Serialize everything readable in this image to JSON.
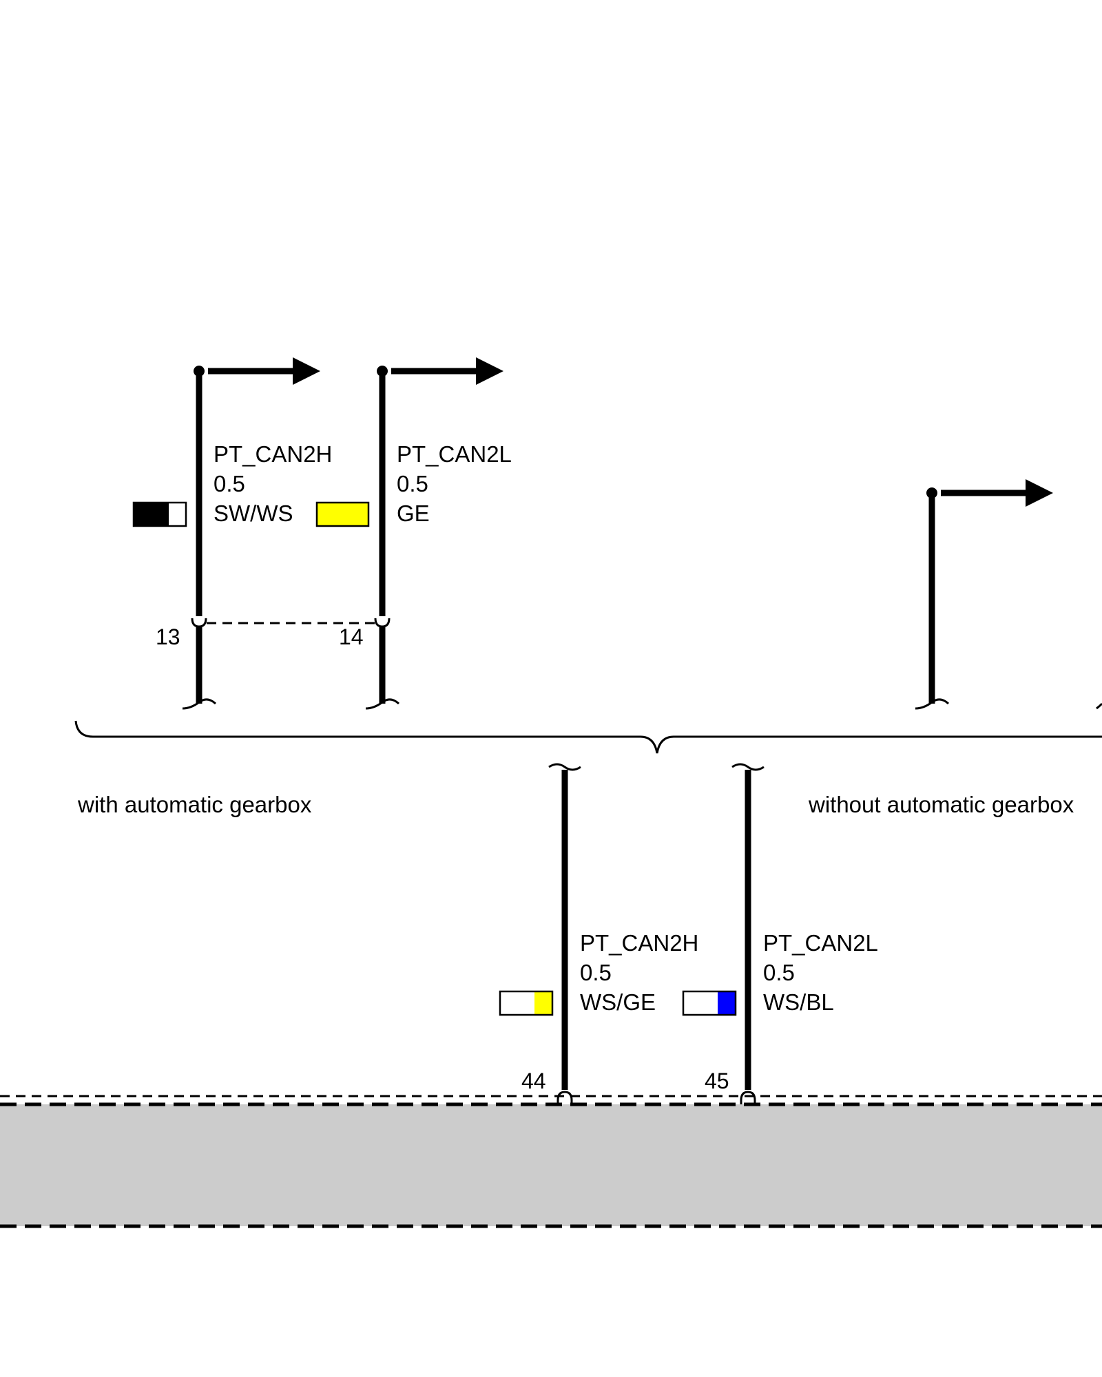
{
  "colors": {
    "black": "#000000",
    "white": "#ffffff",
    "yellow": "#ffff00",
    "blue": "#0000ff",
    "module_fill": "#cccccc"
  },
  "variants": {
    "with_auto": "with automatic gearbox",
    "without_auto": "without automatic gearbox"
  },
  "upper_wires": [
    {
      "signal": "PT_CAN2H",
      "size": "0.5",
      "color_code": "SW/WS",
      "pin": "13"
    },
    {
      "signal": "PT_CAN2L",
      "size": "0.5",
      "color_code": "GE",
      "pin": "14"
    }
  ],
  "lower_wires": [
    {
      "signal": "PT_CAN2H",
      "size": "0.5",
      "color_code": "WS/GE",
      "pin": "44"
    },
    {
      "signal": "PT_CAN2L",
      "size": "0.5",
      "color_code": "WS/BL",
      "pin": "45"
    }
  ]
}
